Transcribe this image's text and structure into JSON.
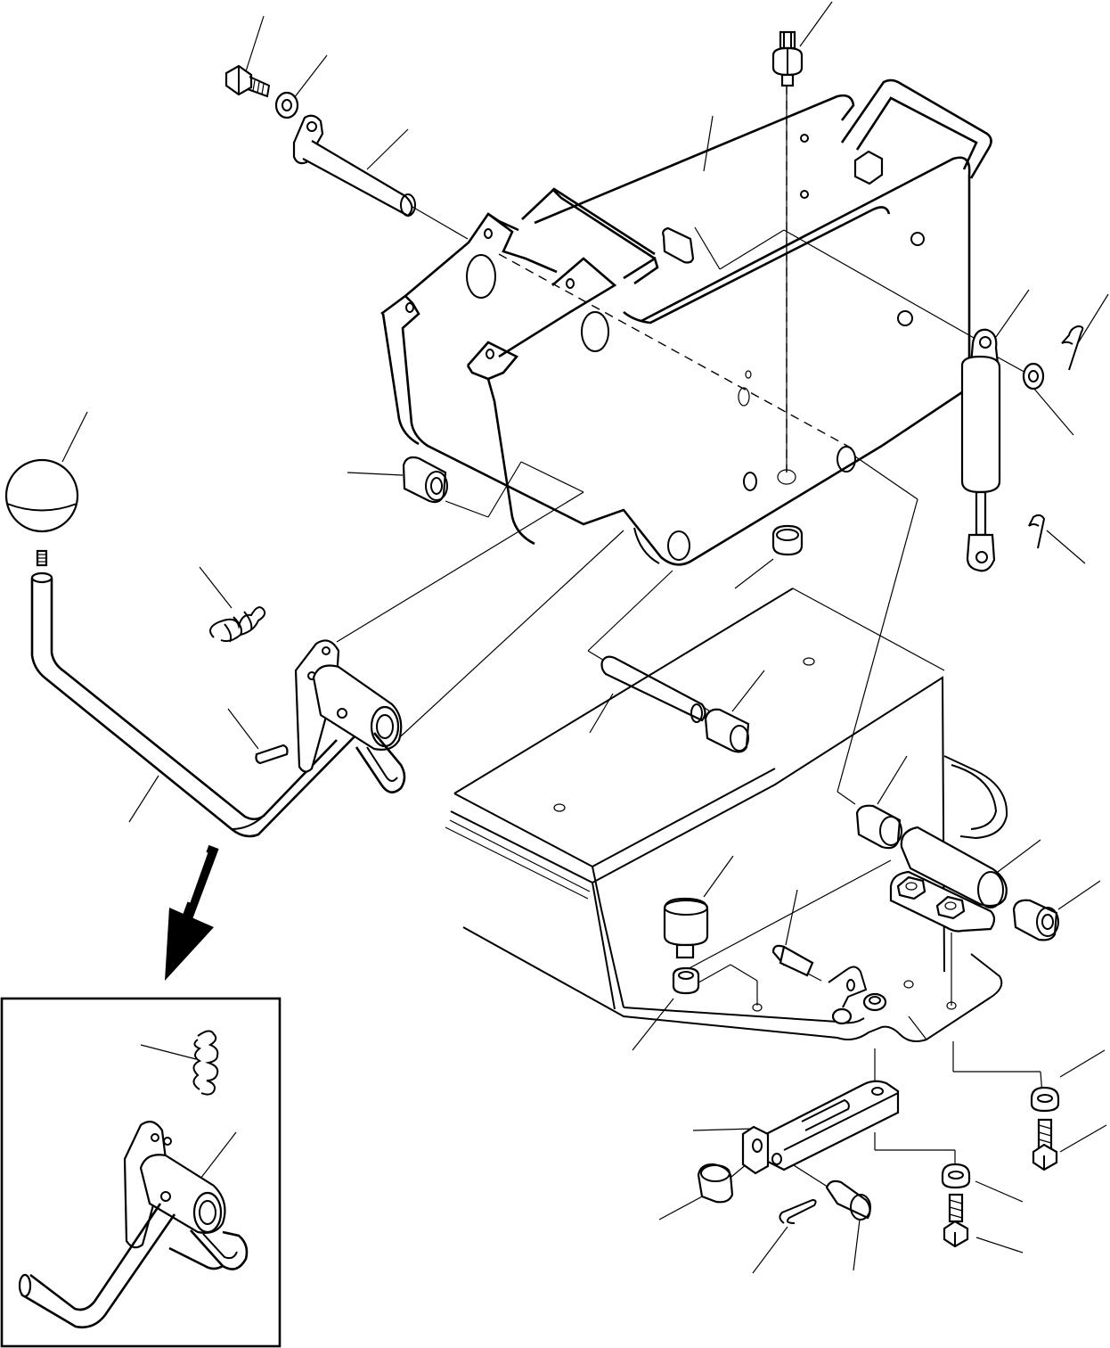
{
  "diagram": {
    "kind": "exploded-parts-drawing",
    "line_color": "#000000",
    "background": "#ffffff",
    "detail_inset": {
      "shows": [
        "spring",
        "lever-bracket"
      ]
    },
    "parts": [
      "hex-bolt",
      "washer",
      "hinge-pin",
      "pressure-switch",
      "support-bracket",
      "gas-strut",
      "cotter-pin",
      "bushing",
      "control-knob",
      "spring",
      "roll-pin",
      "control-lever",
      "lever-bracket",
      "pivot-pin",
      "spacer",
      "base-plate",
      "hinge-block",
      "rubber-stop",
      "locking-nut",
      "stud-bolt",
      "latch-plate",
      "clevis-pin",
      "cap-screw",
      "nut"
    ]
  }
}
